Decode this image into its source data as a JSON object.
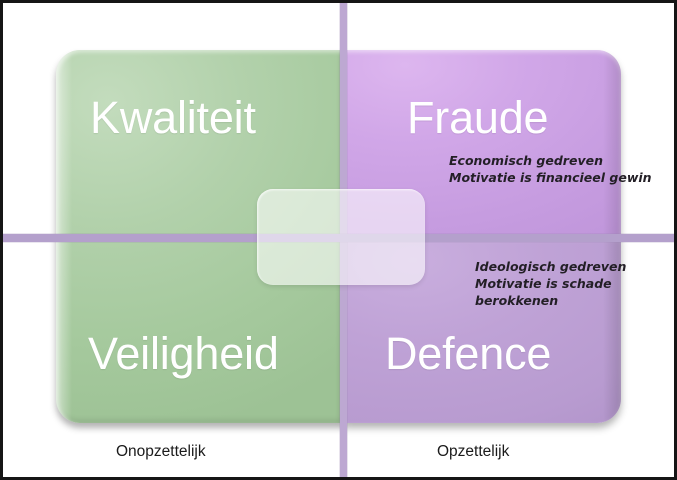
{
  "diagram": {
    "title": "Kwaliteit / Fraude / Veiligheid / Defence kwadrant",
    "colors": {
      "green_panel": "#a8cda2",
      "purple_panel_top": "#c69ce0",
      "purple_panel_bottom": "#b89bd0",
      "axis_line": "#b8a4ce",
      "heading_text": "#ffffff",
      "note_text": "#231f26",
      "frame_border": "#151515",
      "background": "#ffffff"
    },
    "quadrants": [
      {
        "id": "top-left",
        "title": "Kwaliteit",
        "color": "#a8cda2",
        "notes": []
      },
      {
        "id": "top-right",
        "title": "Fraude",
        "color": "#c69ce0",
        "notes": [
          "Economisch gedreven",
          "Motivatie is financieel gewin"
        ]
      },
      {
        "id": "bottom-left",
        "title": "Veiligheid",
        "color": "#a8cda2",
        "notes": []
      },
      {
        "id": "bottom-right",
        "title": "Defence",
        "color": "#b89bd0",
        "notes": [
          "Ideologisch gedreven",
          "Motivatie is schade",
          "berokkenen"
        ]
      }
    ],
    "notes_text": {
      "fraude": "Economisch gedreven\nMotivatie is financieel gewin",
      "defence": "Ideologisch gedreven\nMotivatie is schade\nberokkenen"
    },
    "axis_labels": {
      "left": "Onopzettelijk",
      "right": "Opzettelijk"
    }
  }
}
